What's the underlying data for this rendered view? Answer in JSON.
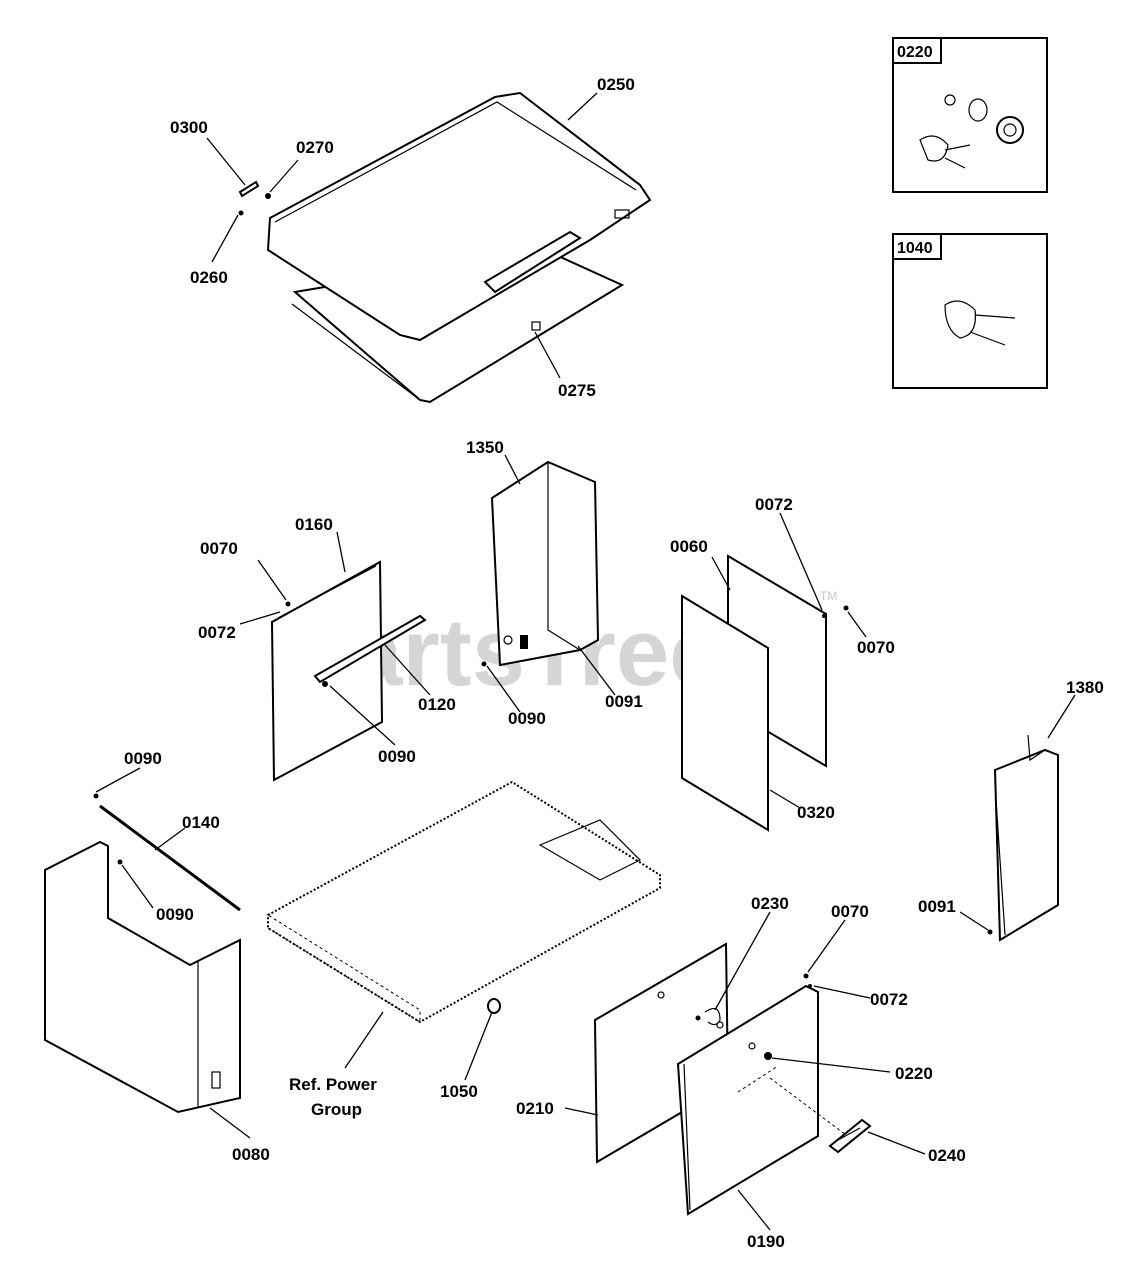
{
  "watermark": {
    "text": "PartsTree",
    "tm": "TM"
  },
  "labels": {
    "p0250": "0250",
    "p0300": "0300",
    "p0270": "0270",
    "p0260": "0260",
    "p0275": "0275",
    "p0220_box": "0220",
    "p1040_box": "1040",
    "p1350": "1350",
    "p0160": "0160",
    "p0070_a": "0070",
    "p0072_a": "0072",
    "p0120": "0120",
    "p0090_a": "0090",
    "p0090_b": "0090",
    "p0091_a": "0091",
    "p0072_b": "0072",
    "p0060": "0060",
    "p0070_b": "0070",
    "p0320": "0320",
    "p1380": "1380",
    "p0091_b": "0091",
    "p0090_c": "0090",
    "p0140": "0140",
    "p0090_d": "0090",
    "p0080": "0080",
    "ref_power_line1": "Ref. Power",
    "ref_power_line2": "Group",
    "p1050": "1050",
    "p0230": "0230",
    "p0070_c": "0070",
    "p0072_c": "0072",
    "p0220": "0220",
    "p0210": "0210",
    "p0240": "0240",
    "p0190": "0190"
  }
}
